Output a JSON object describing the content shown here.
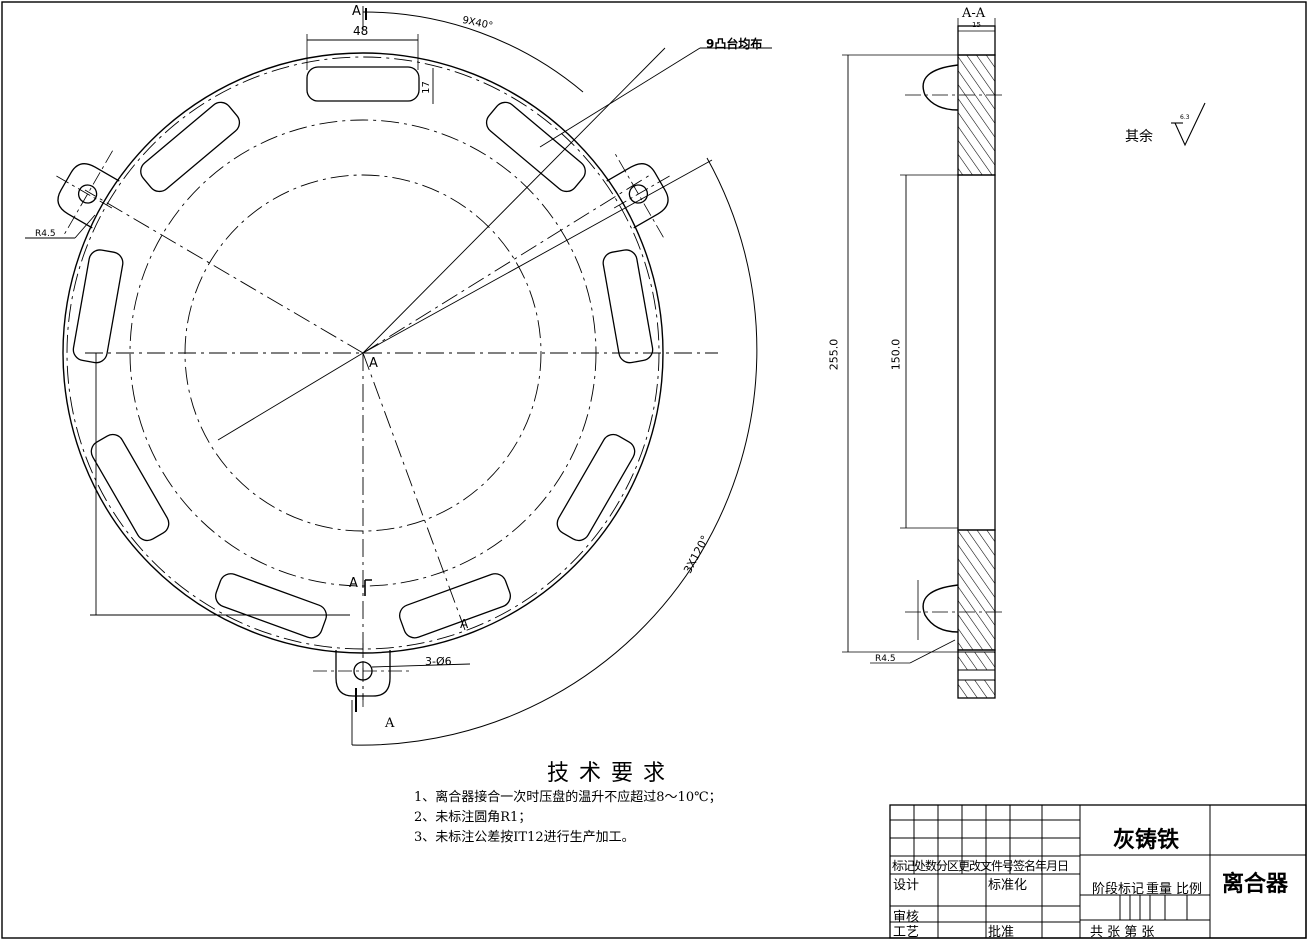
{
  "section_label": "A-A",
  "section_mark_top": "A",
  "section_mark_left": "A",
  "section_mark_bottom": "A",
  "center_mark": "A",
  "lower_mark": "A",
  "boss_note": "9凸台均布",
  "dims": {
    "slot_width": "48",
    "slot_height": "17",
    "angle_9": "9X40°",
    "angle_3": "3X120°",
    "holes": "3-Ø6",
    "r_top": "R4.5",
    "r_section": "R4.5",
    "d255": "255.0",
    "d150": "150.0",
    "sec_top": "15"
  },
  "surface_note": "其余",
  "roughness_value": "6.3",
  "tech": {
    "title": "技术要求",
    "items": [
      "1、离合器接合一次时压盘的温升不应超过8～10℃；",
      "2、未标注圆角R1；",
      "3、未标注公差按IT12进行生产加工。"
    ]
  },
  "title_block": {
    "material": "灰铸铁",
    "part_name": "离合器",
    "row_mark": "标记处数分区更改文件号签名年月日",
    "design": "设计",
    "standardize": "标准化",
    "stage": "阶段标记",
    "weight": "重量",
    "scale": "比例",
    "review": "审核",
    "process": "工艺",
    "approve": "批准",
    "sheets": "共  张 第  张"
  },
  "colors": {
    "line": "#000000",
    "paper": "#ffffff"
  }
}
